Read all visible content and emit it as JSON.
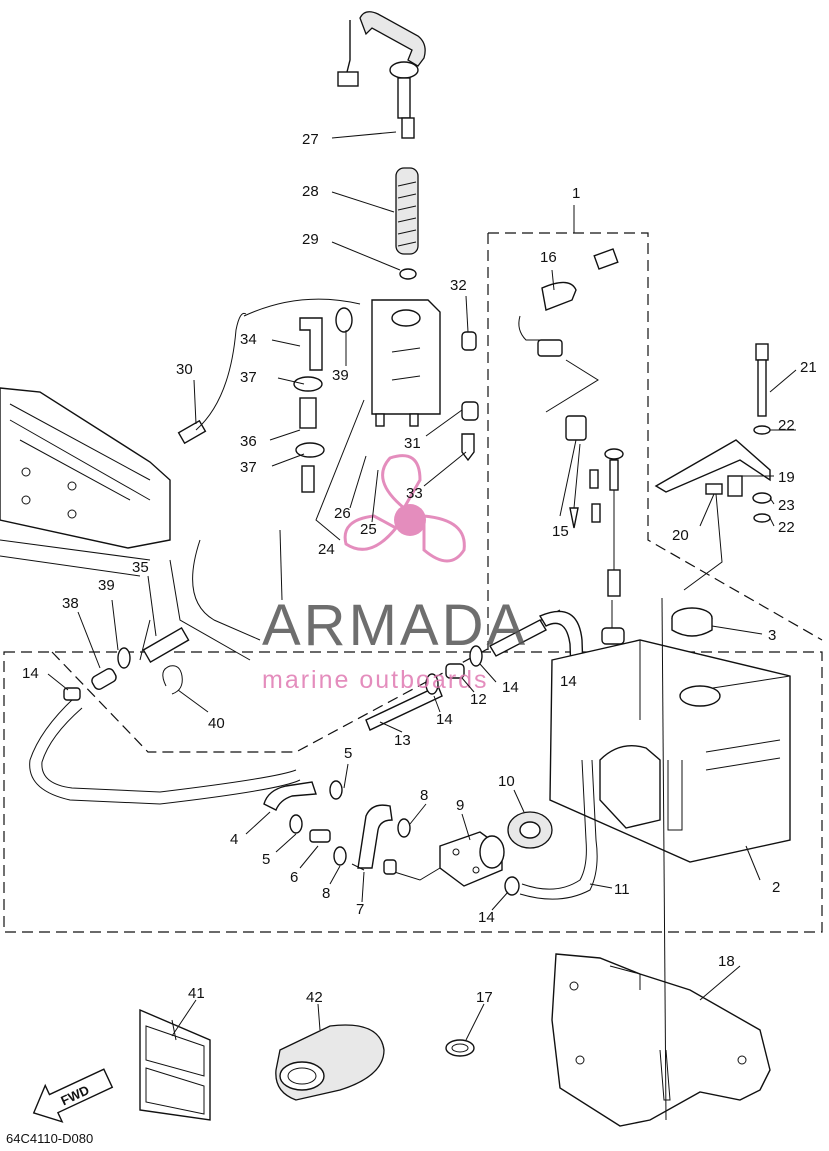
{
  "diagram": {
    "code": "64C4110-D080",
    "arrow_label": "FWD",
    "watermark": {
      "brand": "ARMADA",
      "tagline": "marine outboards",
      "accent_color": "#e07ab2"
    },
    "callouts": [
      "1",
      "2",
      "3",
      "4",
      "5",
      "5",
      "6",
      "7",
      "8",
      "8",
      "9",
      "10",
      "11",
      "12",
      "13",
      "14",
      "14",
      "14",
      "14",
      "14",
      "15",
      "16",
      "17",
      "18",
      "19",
      "20",
      "21",
      "22",
      "22",
      "23",
      "24",
      "25",
      "26",
      "27",
      "28",
      "29",
      "30",
      "31",
      "32",
      "33",
      "34",
      "35",
      "36",
      "37",
      "37",
      "38",
      "39",
      "39",
      "40",
      "41",
      "42"
    ]
  }
}
